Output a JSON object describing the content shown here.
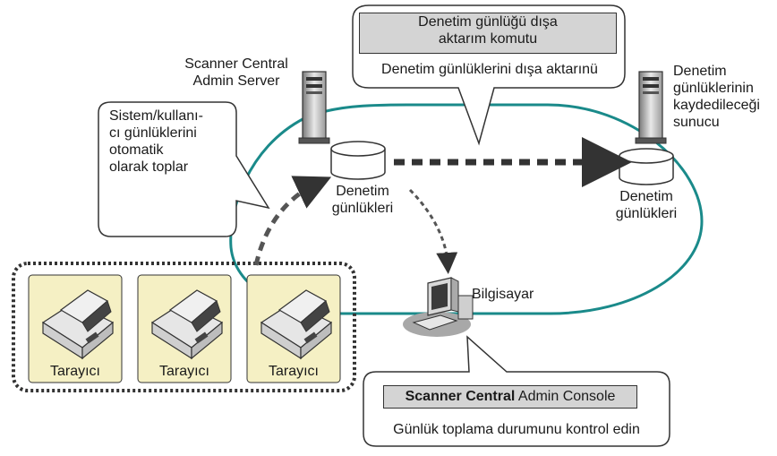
{
  "labels": {
    "admin_server": [
      "Scanner Central",
      "Admin Server"
    ],
    "log_server": [
      "Denetim",
      "günlüklerinin",
      "kaydedileceği",
      "sunucu"
    ],
    "server_logs": [
      "Denetim",
      "günlükleri"
    ],
    "remote_logs": [
      "Denetim",
      "günlükleri"
    ],
    "computer": "Bilgisayar",
    "scanners": [
      "Tarayıcı",
      "Tarayıcı",
      "Tarayıcı"
    ]
  },
  "callout_export": {
    "command": [
      "Denetim günlüğü dışa",
      "aktarım komutu"
    ],
    "text": "Denetim günlüklerini dışa aktarınü"
  },
  "callout_collect": {
    "lines": [
      "Sistem/kullanı-",
      "cı günlüklerini",
      "otomatik",
      "olarak toplar"
    ]
  },
  "callout_console": {
    "console_bold": "Scanner Central",
    "console_rest": " Admin Console",
    "text": "Günlük toplama durumunu kontrol edin"
  },
  "colors": {
    "network_ring": "#1a8a8a",
    "scanner_fill": "#f5f0c4",
    "box_fill": "#d4d4d4",
    "arrow": "#333333"
  }
}
